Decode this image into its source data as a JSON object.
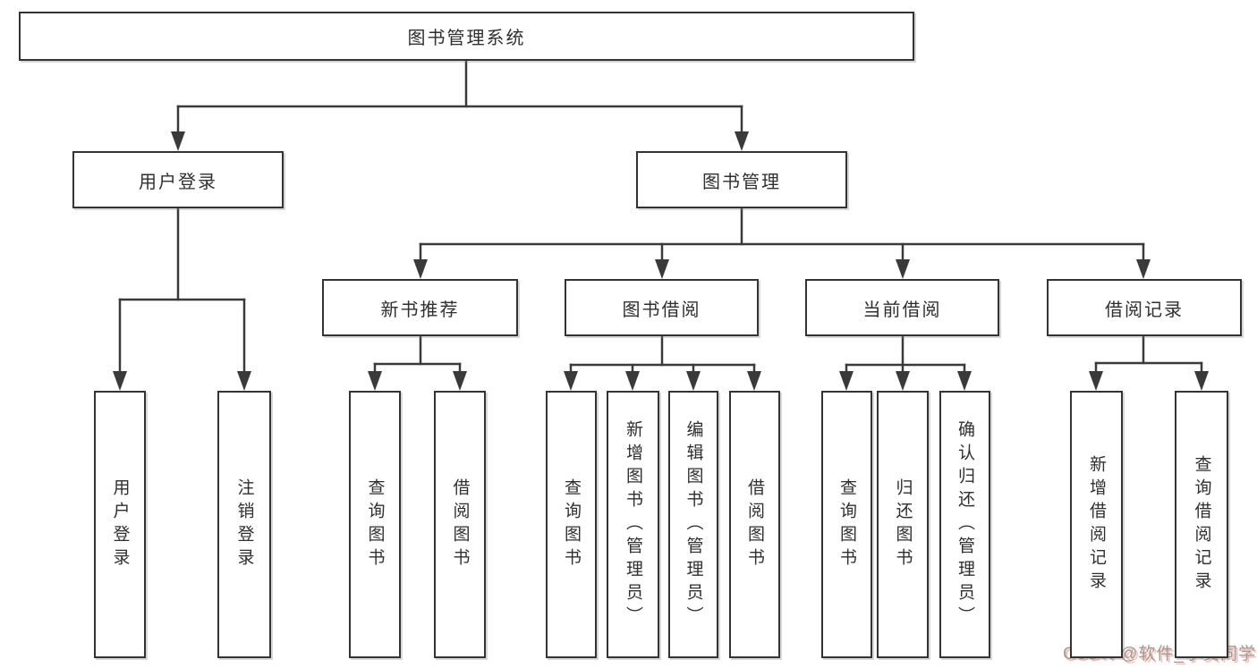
{
  "diagram": {
    "type": "hierarchy-tree",
    "title": "图书管理系统",
    "nodes": [
      {
        "id": "root",
        "label": "图书管理系统",
        "parent": null,
        "level": 1
      },
      {
        "id": "user-login",
        "label": "用户登录",
        "parent": "root",
        "level": 2
      },
      {
        "id": "book-mgmt",
        "label": "图书管理",
        "parent": "root",
        "level": 2
      },
      {
        "id": "new-book-recommend",
        "label": "新书推荐",
        "parent": "book-mgmt",
        "level": 3
      },
      {
        "id": "book-borrow",
        "label": "图书借阅",
        "parent": "book-mgmt",
        "level": 3
      },
      {
        "id": "current-borrow",
        "label": "当前借阅",
        "parent": "book-mgmt",
        "level": 3
      },
      {
        "id": "borrow-record",
        "label": "借阅记录",
        "parent": "book-mgmt",
        "level": 3
      },
      {
        "id": "user-login-leaf",
        "label": "用户登录",
        "parent": "user-login",
        "level": 4
      },
      {
        "id": "logout-leaf",
        "label": "注销登录",
        "parent": "user-login",
        "level": 4
      },
      {
        "id": "query-book-1",
        "label": "查询图书",
        "parent": "new-book-recommend",
        "level": 4
      },
      {
        "id": "borrow-book-1",
        "label": "借阅图书",
        "parent": "new-book-recommend",
        "level": 4
      },
      {
        "id": "query-book-2",
        "label": "查询图书",
        "parent": "book-borrow",
        "level": 4
      },
      {
        "id": "add-book",
        "label": "新增图书（管理员）",
        "parent": "book-borrow",
        "level": 4
      },
      {
        "id": "edit-book",
        "label": "编辑图书（管理员）",
        "parent": "book-borrow",
        "level": 4
      },
      {
        "id": "borrow-book-2",
        "label": "借阅图书",
        "parent": "book-borrow",
        "level": 4
      },
      {
        "id": "query-book-3",
        "label": "查询图书",
        "parent": "current-borrow",
        "level": 4
      },
      {
        "id": "return-book",
        "label": "归还图书",
        "parent": "current-borrow",
        "level": 4
      },
      {
        "id": "confirm-return",
        "label": "确认归还（管理员）",
        "parent": "current-borrow",
        "level": 4
      },
      {
        "id": "add-borrow-record",
        "label": "新增借阅记录",
        "parent": "borrow-record",
        "level": 4
      },
      {
        "id": "query-borrow-record",
        "label": "查询借阅记录",
        "parent": "borrow-record",
        "level": 4
      }
    ]
  },
  "watermark": {
    "text": "CSDN @软件_小贺同学"
  },
  "colors": {
    "line": "#3a3a3a",
    "box_border": "#333333",
    "text": "#2f2f2f",
    "background": "#ffffff",
    "watermark_text": "#9c9c9c",
    "watermark_shadow": "#eb6e5a"
  }
}
